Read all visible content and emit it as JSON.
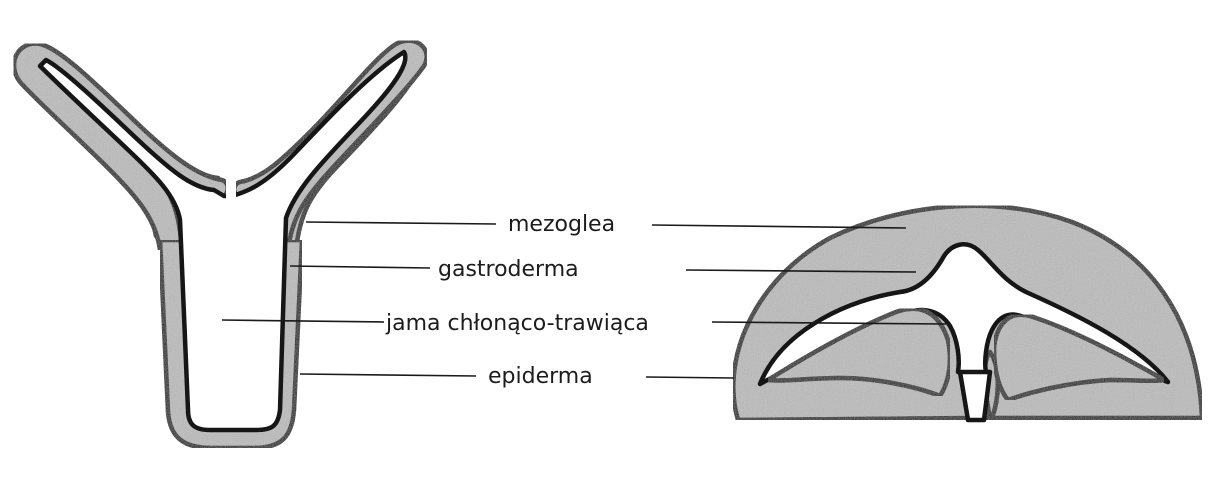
{
  "labels": {
    "mezoglea": "mezoglea",
    "gastroderma": "gastroderma",
    "jama": "jama chłonąco-trawiąca",
    "epiderma": "epiderma"
  },
  "colors": {
    "background": "#ffffff",
    "body_fill": "#bcbcbc",
    "outline": "#161616",
    "cavity": "#ffffff"
  }
}
